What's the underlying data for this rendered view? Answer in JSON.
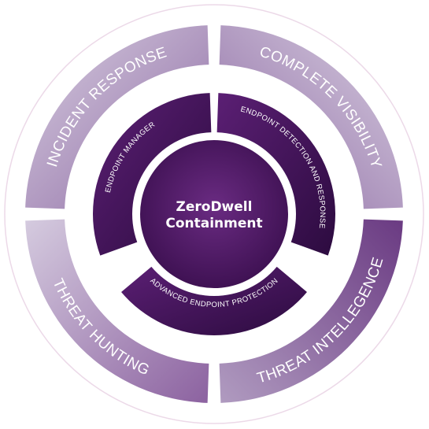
{
  "diagram": {
    "core": {
      "line1": "ZeroDwell",
      "line2": "Containment"
    },
    "inner_ring": [
      {
        "label": "ENDPOINT MANAGER"
      },
      {
        "label": "ENDPOINT DETECTION AND RESPONSE"
      },
      {
        "label": "ADVANCED ENDPOINT PROTECTION"
      }
    ],
    "outer_ring": [
      {
        "label": "INCIDENT RESPONSE"
      },
      {
        "label": "COMPLETE VISIBILITY"
      },
      {
        "label": "THREAT INTELLEGENCE"
      },
      {
        "label": "THREAT HUNTING"
      }
    ],
    "colors": {
      "core": "#4b1763",
      "inner": "#3d1155",
      "outer_light": "#b9a9c4",
      "outer_dark": "#7b4c90",
      "outline": "#ead6e6"
    }
  }
}
